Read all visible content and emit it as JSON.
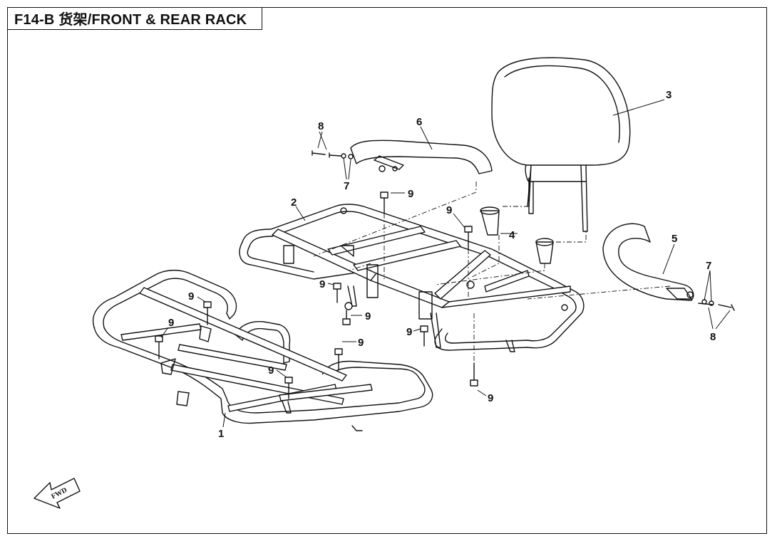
{
  "title": "F14-B  货架/FRONT & REAR RACK",
  "fwd_label": "FWD",
  "callouts": {
    "c1": "1",
    "c2": "2",
    "c3": "3",
    "c4": "4",
    "c5": "5",
    "c6": "6",
    "c7a": "7",
    "c7b": "7",
    "c8a": "8",
    "c8b": "8",
    "c9a": "9",
    "c9b": "9",
    "c9c": "9",
    "c9d": "9",
    "c9e": "9",
    "c9f": "9",
    "c9g": "9",
    "c9h": "9",
    "c9i": "9",
    "c9j": "9"
  }
}
